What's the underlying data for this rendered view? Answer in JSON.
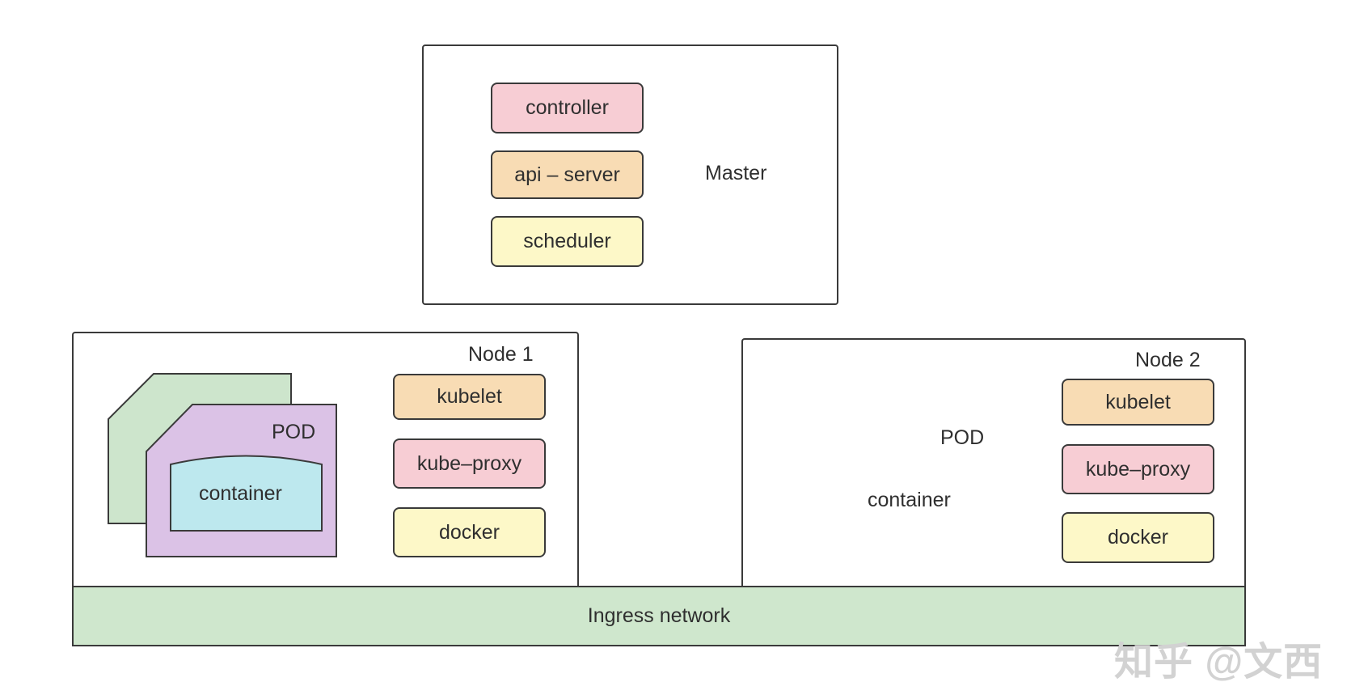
{
  "colors": {
    "controller": "#f7cdd4",
    "api_server": "#f8dcb4",
    "scheduler": "#fdf8c8",
    "kubelet": "#f8dcb4",
    "kube_proxy": "#f7cdd4",
    "docker": "#fdf8c8",
    "pod": "#dbc2e6",
    "pod_shadow": "#cde5cc",
    "container": "#bde8ee",
    "ingress": "#cfe7cd",
    "stroke": "#3a3a3a"
  },
  "master": {
    "label": "Master",
    "components": {
      "controller": "controller",
      "api_server": "api – server",
      "scheduler": "scheduler"
    }
  },
  "nodes": [
    {
      "label": "Node 1",
      "pod_label": "POD",
      "container_label": "container",
      "components": {
        "kubelet": "kubelet",
        "kube_proxy": "kube–proxy",
        "docker": "docker"
      }
    },
    {
      "label": "Node 2",
      "pod_label": "POD",
      "container_label": "container",
      "components": {
        "kubelet": "kubelet",
        "kube_proxy": "kube–proxy",
        "docker": "docker"
      }
    }
  ],
  "ingress": {
    "label": "Ingress network"
  },
  "watermark": "知乎 @文西"
}
